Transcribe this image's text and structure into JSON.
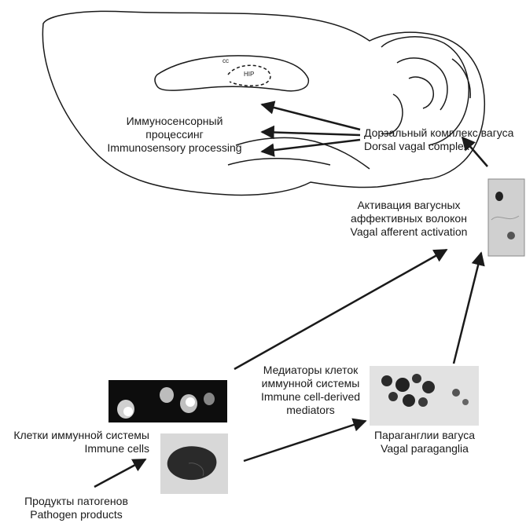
{
  "brain": {
    "cc_label": "cc",
    "hip_label": "HIP"
  },
  "labels": {
    "immunosensory": [
      "Иммуносенсорный",
      "процессинг",
      "Immunosensory processing"
    ],
    "dvc": [
      "Дорзальный комплекс вагуса",
      "Dorsal vagal complex"
    ],
    "vagal_afferent": [
      "Активация вагусных",
      "аффективных волокон",
      "Vagal afferent activation"
    ],
    "mediators": [
      "Медиаторы клеток",
      "иммунной системы",
      "Immune cell-derived",
      "mediators"
    ],
    "immune_cells": [
      "Клетки иммунной системы",
      "Immune cells"
    ],
    "paraganglia": [
      "Параганглии вагуса",
      "Vagal paraganglia"
    ],
    "pathogen": [
      "Продукты патогенов",
      "Pathogen products"
    ]
  },
  "colors": {
    "stroke": "#1a1a1a",
    "fluorescence_bg": "#0d0d0d",
    "stain": "#2a2a2a",
    "tissue_bg": "#d8d8d8"
  }
}
